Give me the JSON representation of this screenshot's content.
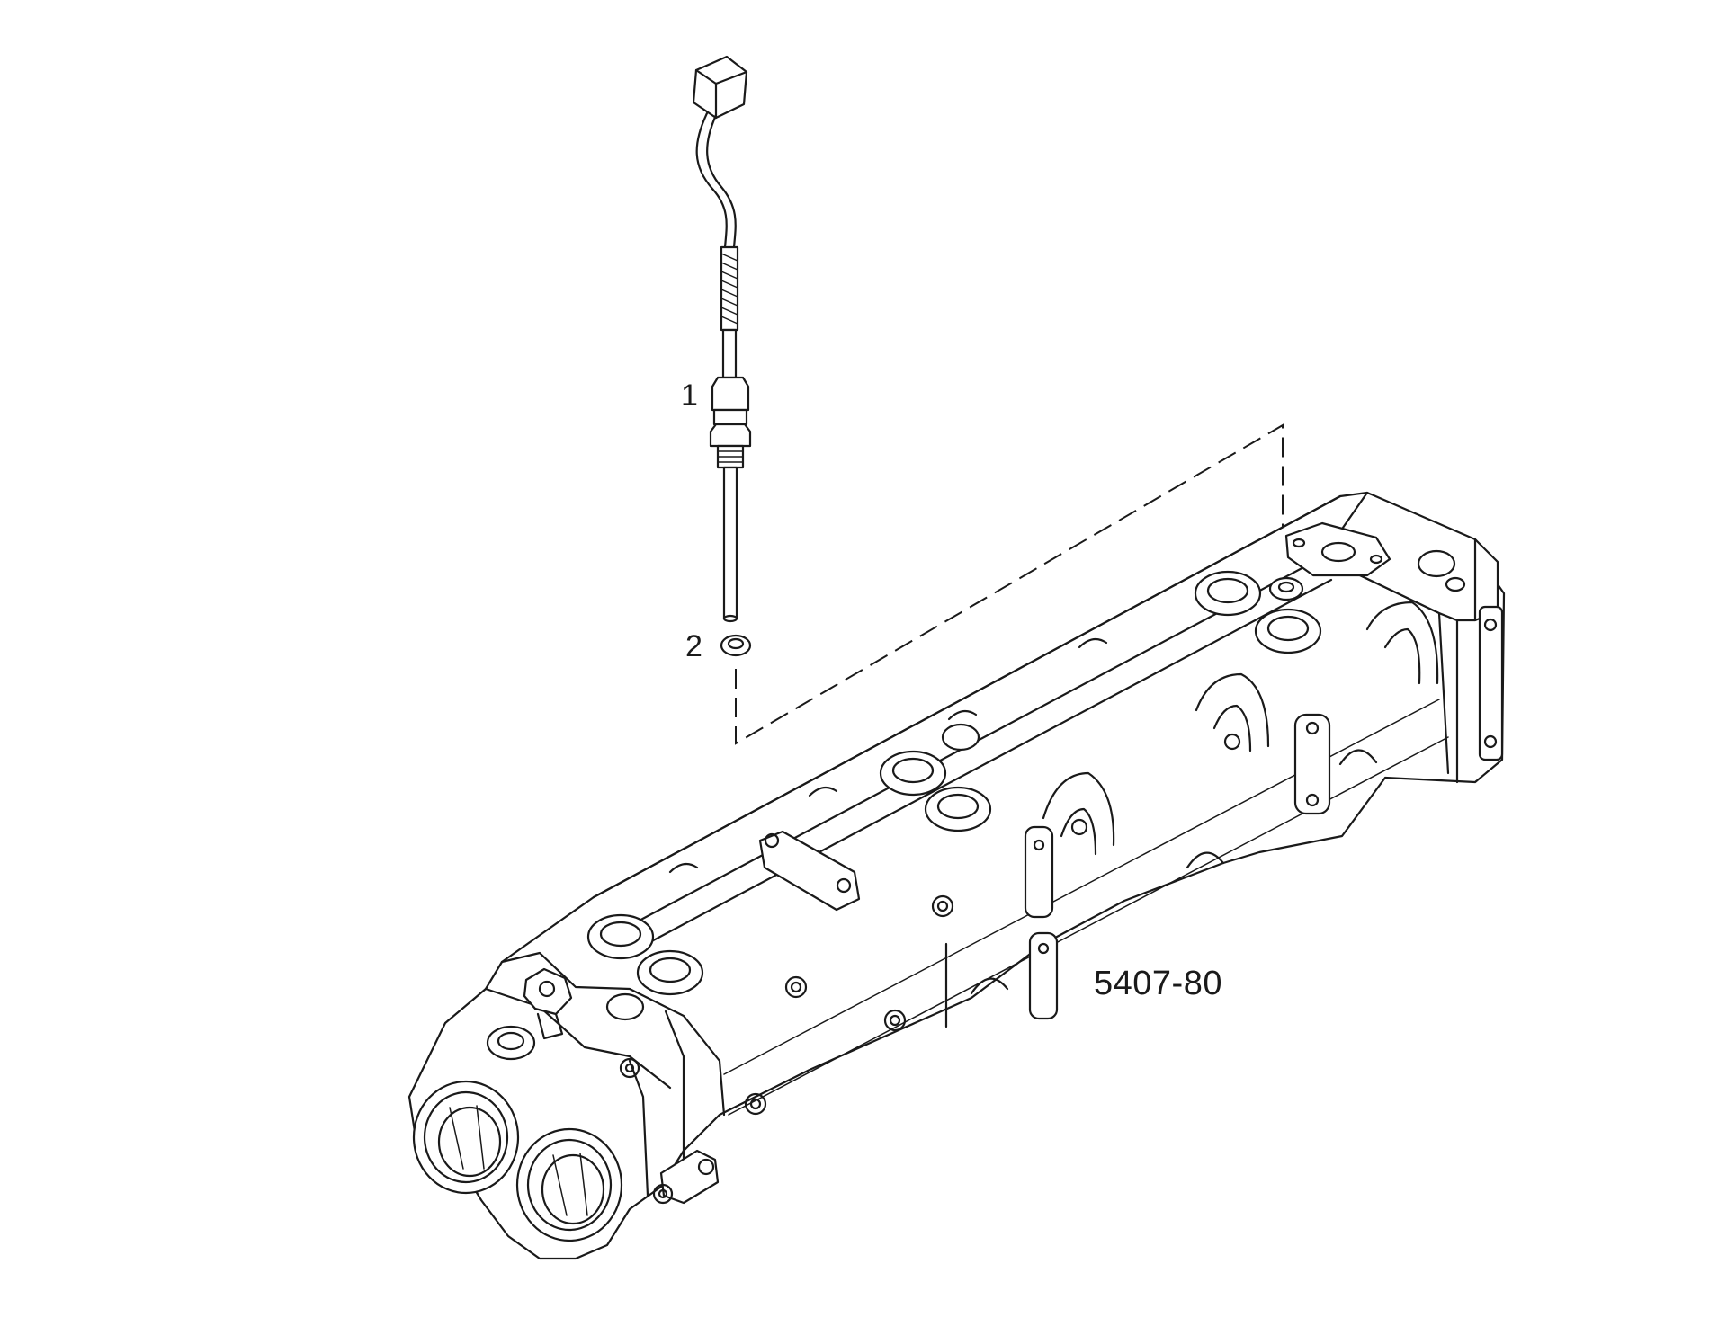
{
  "callouts": [
    {
      "id": "1",
      "label": "1"
    },
    {
      "id": "2",
      "label": "2"
    }
  ],
  "drawing_number": "5407-80",
  "colors": {
    "line": "#1a1a1a",
    "background": "#ffffff"
  }
}
